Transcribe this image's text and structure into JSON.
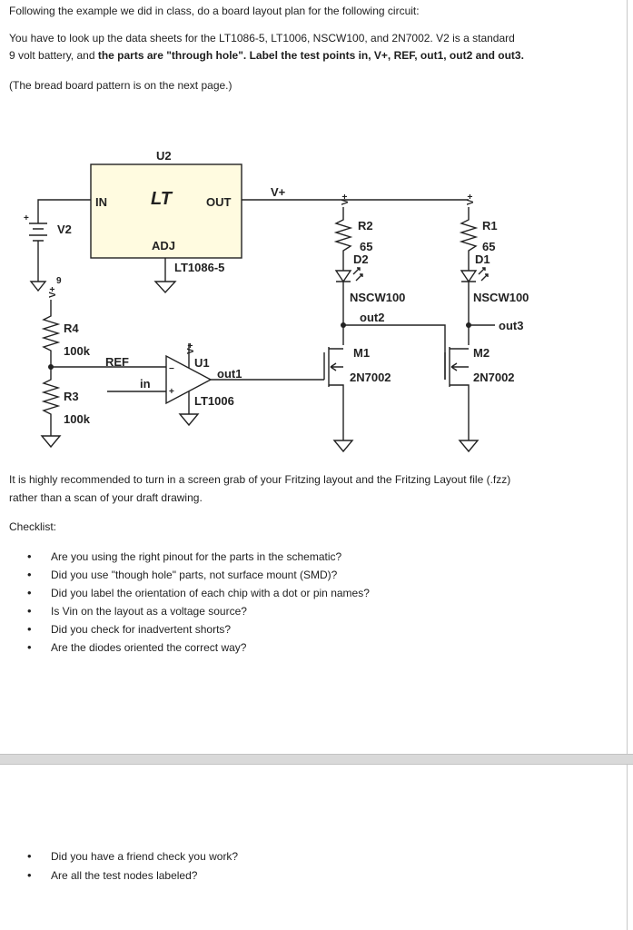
{
  "intro": {
    "line1": "Following the example we did in class, do a board layout plan for the following circuit:",
    "line2": "You have to look up the data sheets for the LT1086-5, LT1006, NSCW100, and 2N7002.  V2 is a standard",
    "line3_plain": "9 volt battery, and ",
    "line3_bold": "the parts are \"through hole\".  Label the test points in, V+, REF, out1, out2 and out3.",
    "line4": "(The bread board pattern is on the next page.)"
  },
  "schematic": {
    "U2": "U2",
    "IN": "IN",
    "OUT": "OUT",
    "ADJ": "ADJ",
    "LT1086_5": "LT1086-5",
    "lt_logo": "LT",
    "Vplus": "V+",
    "V2": "V2",
    "V2_val": "9",
    "R4": "R4",
    "R4_val": "100k",
    "R3": "R3",
    "R3_val": "100k",
    "REF": "REF",
    "in": "in",
    "U1": "U1",
    "out1": "out1",
    "LT1006": "LT1006",
    "R2": "R2",
    "R2_val": "65",
    "D2": "D2",
    "NSCW100_a": "NSCW100",
    "out2": "out2",
    "M1": "M1",
    "M1_part": "2N7002",
    "R1": "R1",
    "R1_val": "65",
    "D1": "D1",
    "NSCW100_b": "NSCW100",
    "out3": "out3",
    "M2": "M2",
    "M2_part": "2N7002",
    "vplus_tag": "V+",
    "plus_sign": "+",
    "minus_sign": "−"
  },
  "recommend": {
    "line1": "It is highly recommended to turn in a screen grab of your Fritzing layout and the Fritzing Layout file (.fzz)",
    "line2": "rather than a scan of your draft drawing."
  },
  "checklist": {
    "title": "Checklist:",
    "items": [
      "Are you using the right pinout for the parts in the schematic?",
      "Did you use \"though hole\" parts, not surface mount (SMD)?",
      "Did you label the orientation of each chip with a dot or pin names?",
      "Is Vin on the layout as a voltage source?",
      "Did you check for inadvertent shorts?",
      "Are the diodes oriented the correct way?"
    ],
    "page2_items": [
      "Did you have a friend check you work?",
      "Are all the test nodes labeled?"
    ]
  }
}
